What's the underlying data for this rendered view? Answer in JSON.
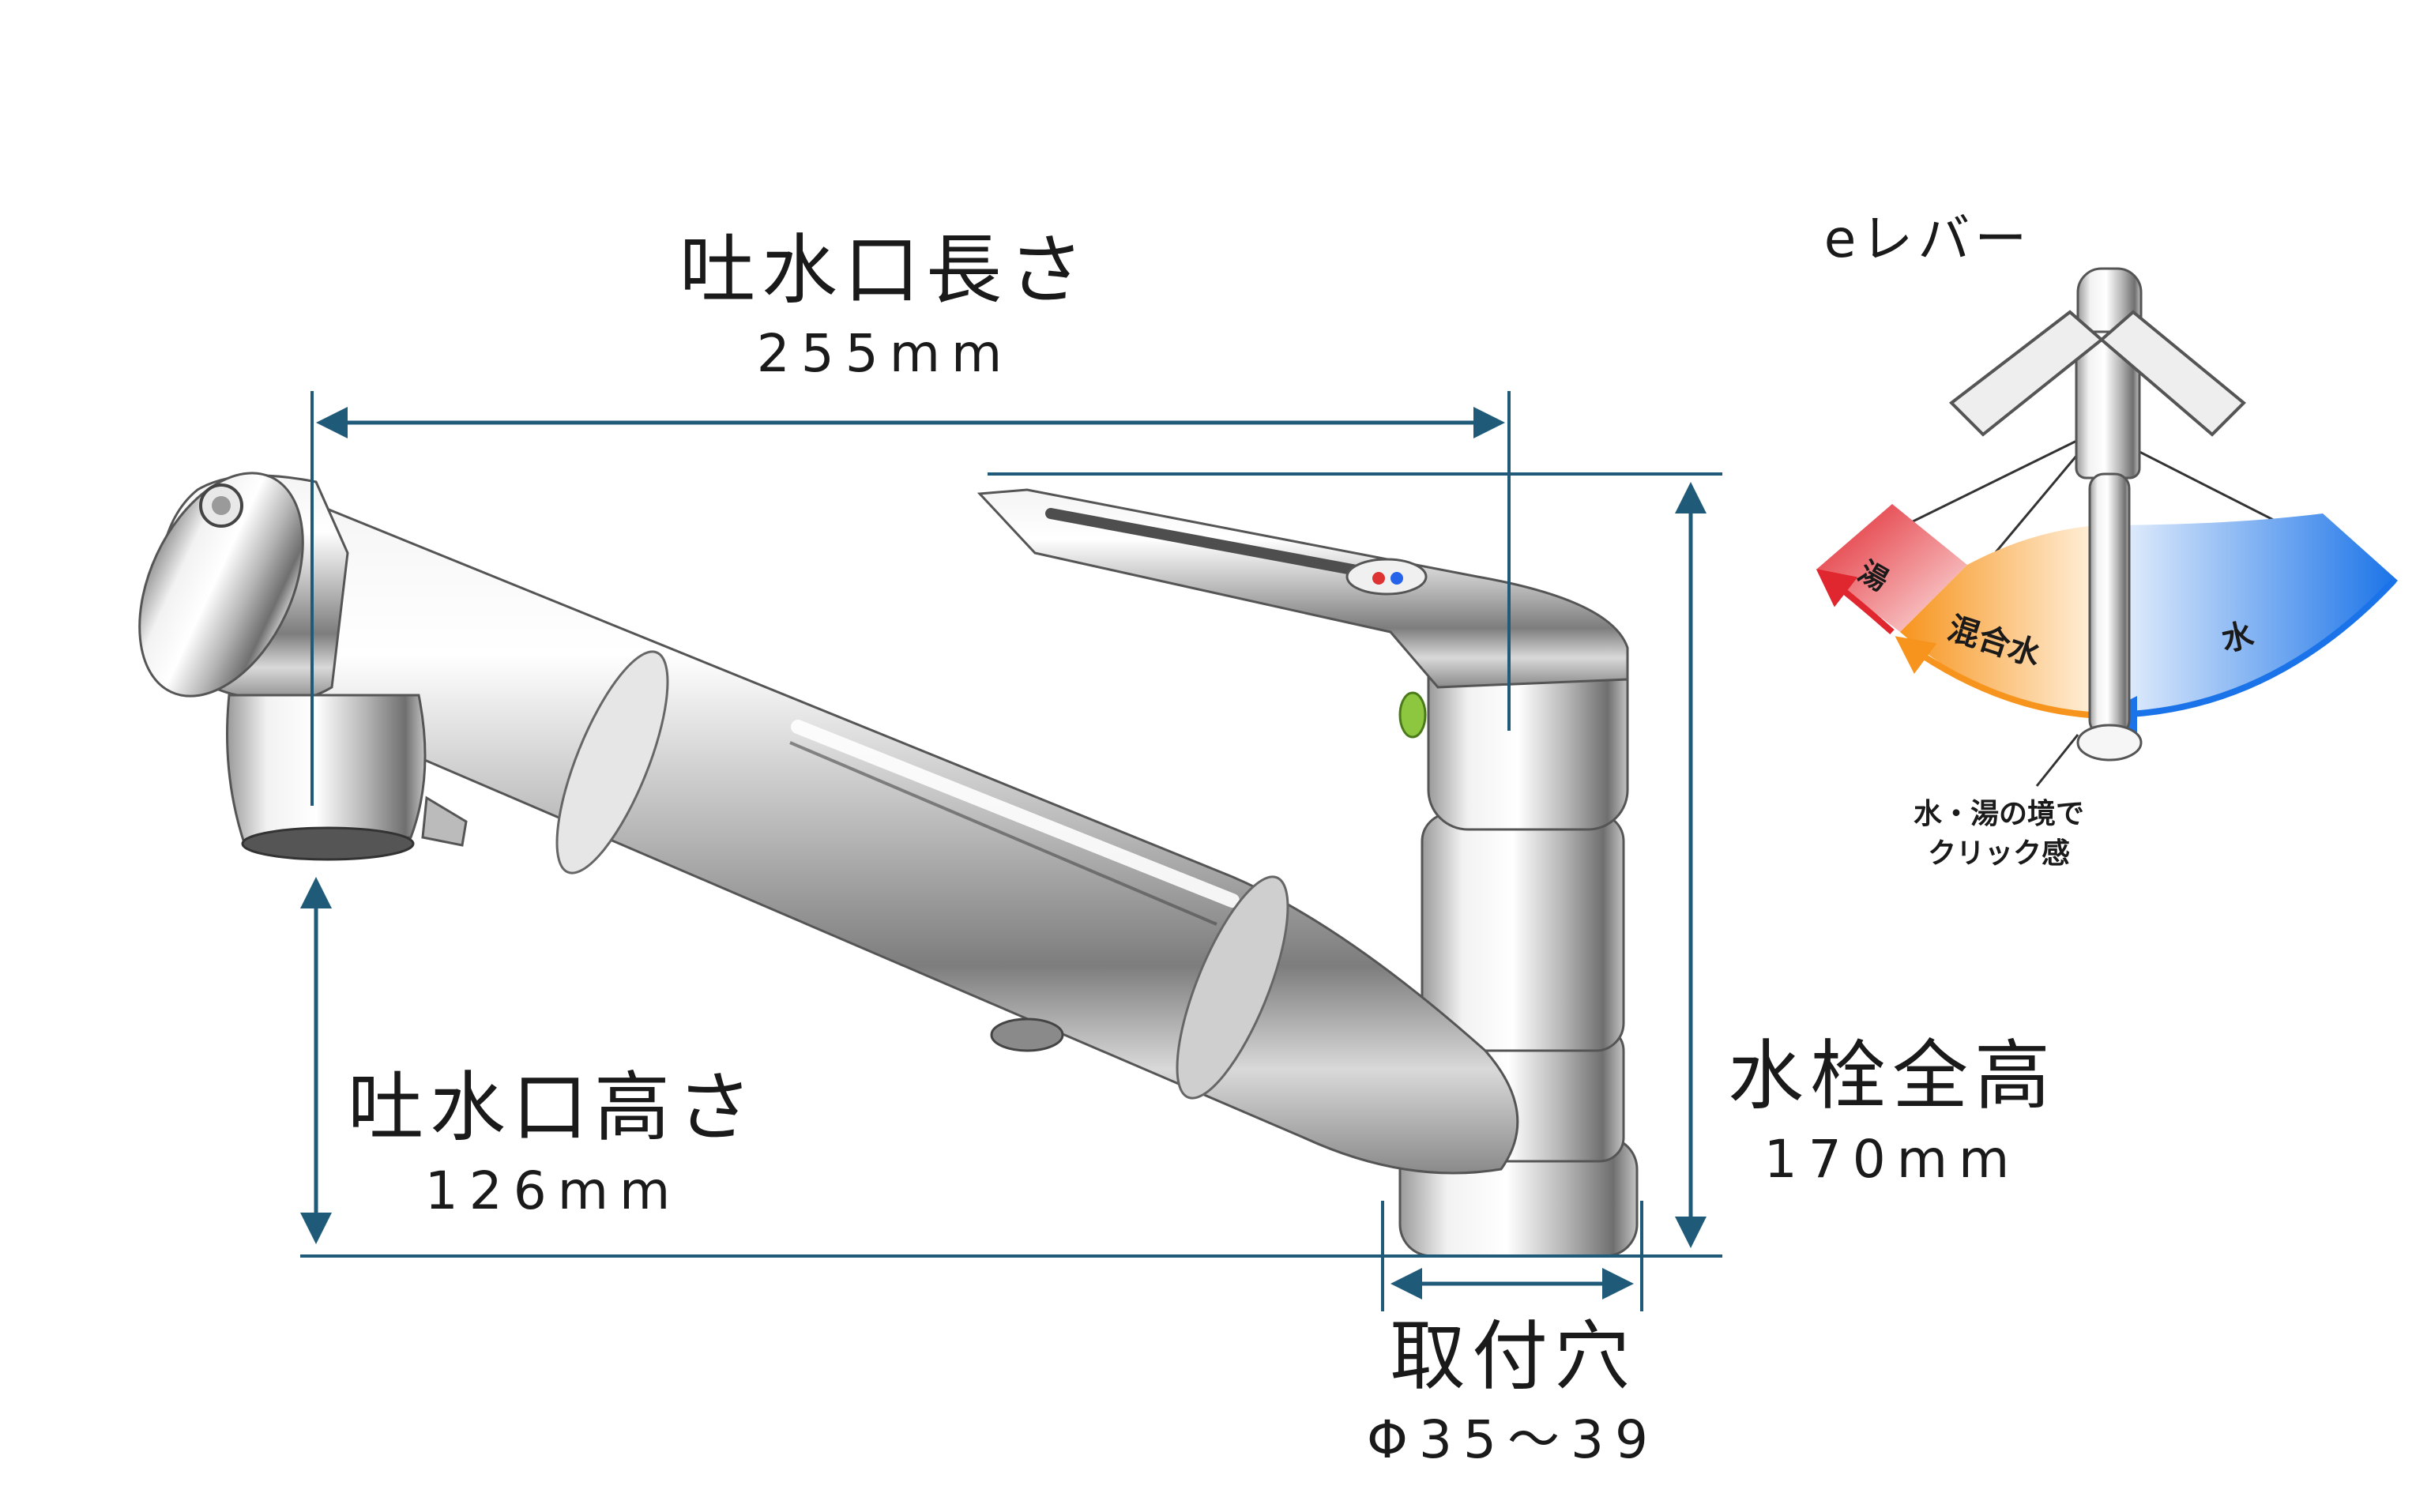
{
  "dimensions": {
    "spout_length": {
      "label": "吐水口長さ",
      "value": "255mm"
    },
    "spout_height": {
      "label": "吐水口高さ",
      "value": "126mm"
    },
    "total_height": {
      "label": "水栓全高",
      "value": "170mm"
    },
    "mount_hole": {
      "label": "取付穴",
      "value": "Φ35～39"
    }
  },
  "lever_diagram": {
    "title": "eレバー",
    "zones": {
      "hot": "湯",
      "mixed": "混合水",
      "cold": "水"
    },
    "note_line1": "水・湯の境で",
    "note_line2": "クリック感"
  },
  "colors": {
    "dimension_line": "#1f5b78",
    "hot": "#e0262e",
    "mixed": "#f7941d",
    "cold": "#1a73e8"
  }
}
